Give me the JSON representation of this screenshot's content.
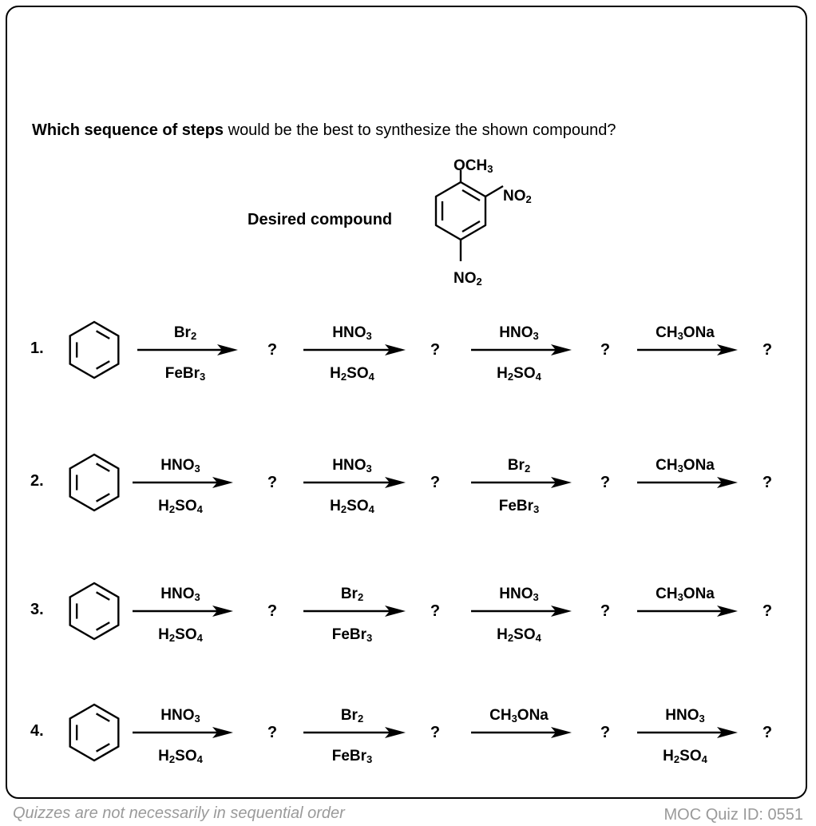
{
  "question": {
    "bold": "Which sequence of steps",
    "rest": " would be the best to synthesize the shown compound?"
  },
  "desired_label": "Desired compound",
  "substituents": {
    "top": {
      "main": "OCH",
      "sub": "3"
    },
    "right": {
      "main": "NO",
      "sub": "2"
    },
    "bottom": {
      "main": "NO",
      "sub": "2"
    }
  },
  "options": [
    {
      "number": "1.",
      "steps": [
        {
          "above": [
            [
              "Br",
              ""
            ],
            [
              "2",
              "sub"
            ]
          ],
          "below": [
            [
              "FeBr",
              ""
            ],
            [
              "3",
              "sub"
            ]
          ]
        },
        {
          "above": [
            [
              "HNO",
              ""
            ],
            [
              "3",
              "sub"
            ]
          ],
          "below": [
            [
              "H",
              ""
            ],
            [
              "2",
              "sub"
            ],
            [
              "SO",
              ""
            ],
            [
              "4",
              "sub"
            ]
          ]
        },
        {
          "above": [
            [
              "HNO",
              ""
            ],
            [
              "3",
              "sub"
            ]
          ],
          "below": [
            [
              "H",
              ""
            ],
            [
              "2",
              "sub"
            ],
            [
              "SO",
              ""
            ],
            [
              "4",
              "sub"
            ]
          ]
        },
        {
          "above": [
            [
              "CH",
              ""
            ],
            [
              "3",
              "sub"
            ],
            [
              "ONa",
              ""
            ]
          ],
          "below": []
        }
      ],
      "intermediate": "?"
    },
    {
      "number": "2.",
      "steps": [
        {
          "above": [
            [
              "HNO",
              ""
            ],
            [
              "3",
              "sub"
            ]
          ],
          "below": [
            [
              "H",
              ""
            ],
            [
              "2",
              "sub"
            ],
            [
              "SO",
              ""
            ],
            [
              "4",
              "sub"
            ]
          ]
        },
        {
          "above": [
            [
              "HNO",
              ""
            ],
            [
              "3",
              "sub"
            ]
          ],
          "below": [
            [
              "H",
              ""
            ],
            [
              "2",
              "sub"
            ],
            [
              "SO",
              ""
            ],
            [
              "4",
              "sub"
            ]
          ]
        },
        {
          "above": [
            [
              "Br",
              ""
            ],
            [
              "2",
              "sub"
            ]
          ],
          "below": [
            [
              "FeBr",
              ""
            ],
            [
              "3",
              "sub"
            ]
          ]
        },
        {
          "above": [
            [
              "CH",
              ""
            ],
            [
              "3",
              "sub"
            ],
            [
              "ONa",
              ""
            ]
          ],
          "below": []
        }
      ],
      "intermediate": "?"
    },
    {
      "number": "3.",
      "steps": [
        {
          "above": [
            [
              "HNO",
              ""
            ],
            [
              "3",
              "sub"
            ]
          ],
          "below": [
            [
              "H",
              ""
            ],
            [
              "2",
              "sub"
            ],
            [
              "SO",
              ""
            ],
            [
              "4",
              "sub"
            ]
          ]
        },
        {
          "above": [
            [
              "Br",
              ""
            ],
            [
              "2",
              "sub"
            ]
          ],
          "below": [
            [
              "FeBr",
              ""
            ],
            [
              "3",
              "sub"
            ]
          ]
        },
        {
          "above": [
            [
              "HNO",
              ""
            ],
            [
              "3",
              "sub"
            ]
          ],
          "below": [
            [
              "H",
              ""
            ],
            [
              "2",
              "sub"
            ],
            [
              "SO",
              ""
            ],
            [
              "4",
              "sub"
            ]
          ]
        },
        {
          "above": [
            [
              "CH",
              ""
            ],
            [
              "3",
              "sub"
            ],
            [
              "ONa",
              ""
            ]
          ],
          "below": []
        }
      ],
      "intermediate": "?"
    },
    {
      "number": "4.",
      "steps": [
        {
          "above": [
            [
              "HNO",
              ""
            ],
            [
              "3",
              "sub"
            ]
          ],
          "below": [
            [
              "H",
              ""
            ],
            [
              "2",
              "sub"
            ],
            [
              "SO",
              ""
            ],
            [
              "4",
              "sub"
            ]
          ]
        },
        {
          "above": [
            [
              "Br",
              ""
            ],
            [
              "2",
              "sub"
            ]
          ],
          "below": [
            [
              "FeBr",
              ""
            ],
            [
              "3",
              "sub"
            ]
          ]
        },
        {
          "above": [
            [
              "CH",
              ""
            ],
            [
              "3",
              "sub"
            ],
            [
              "ONa",
              ""
            ]
          ],
          "below": []
        },
        {
          "above": [
            [
              "HNO",
              ""
            ],
            [
              "3",
              "sub"
            ]
          ],
          "below": [
            [
              "H",
              ""
            ],
            [
              "2",
              "sub"
            ],
            [
              "SO",
              ""
            ],
            [
              "4",
              "sub"
            ]
          ]
        }
      ],
      "intermediate": "?"
    }
  ],
  "footer": {
    "left": "Quizzes are not necessarily in sequential order",
    "right": "MOC Quiz ID: 0551"
  }
}
